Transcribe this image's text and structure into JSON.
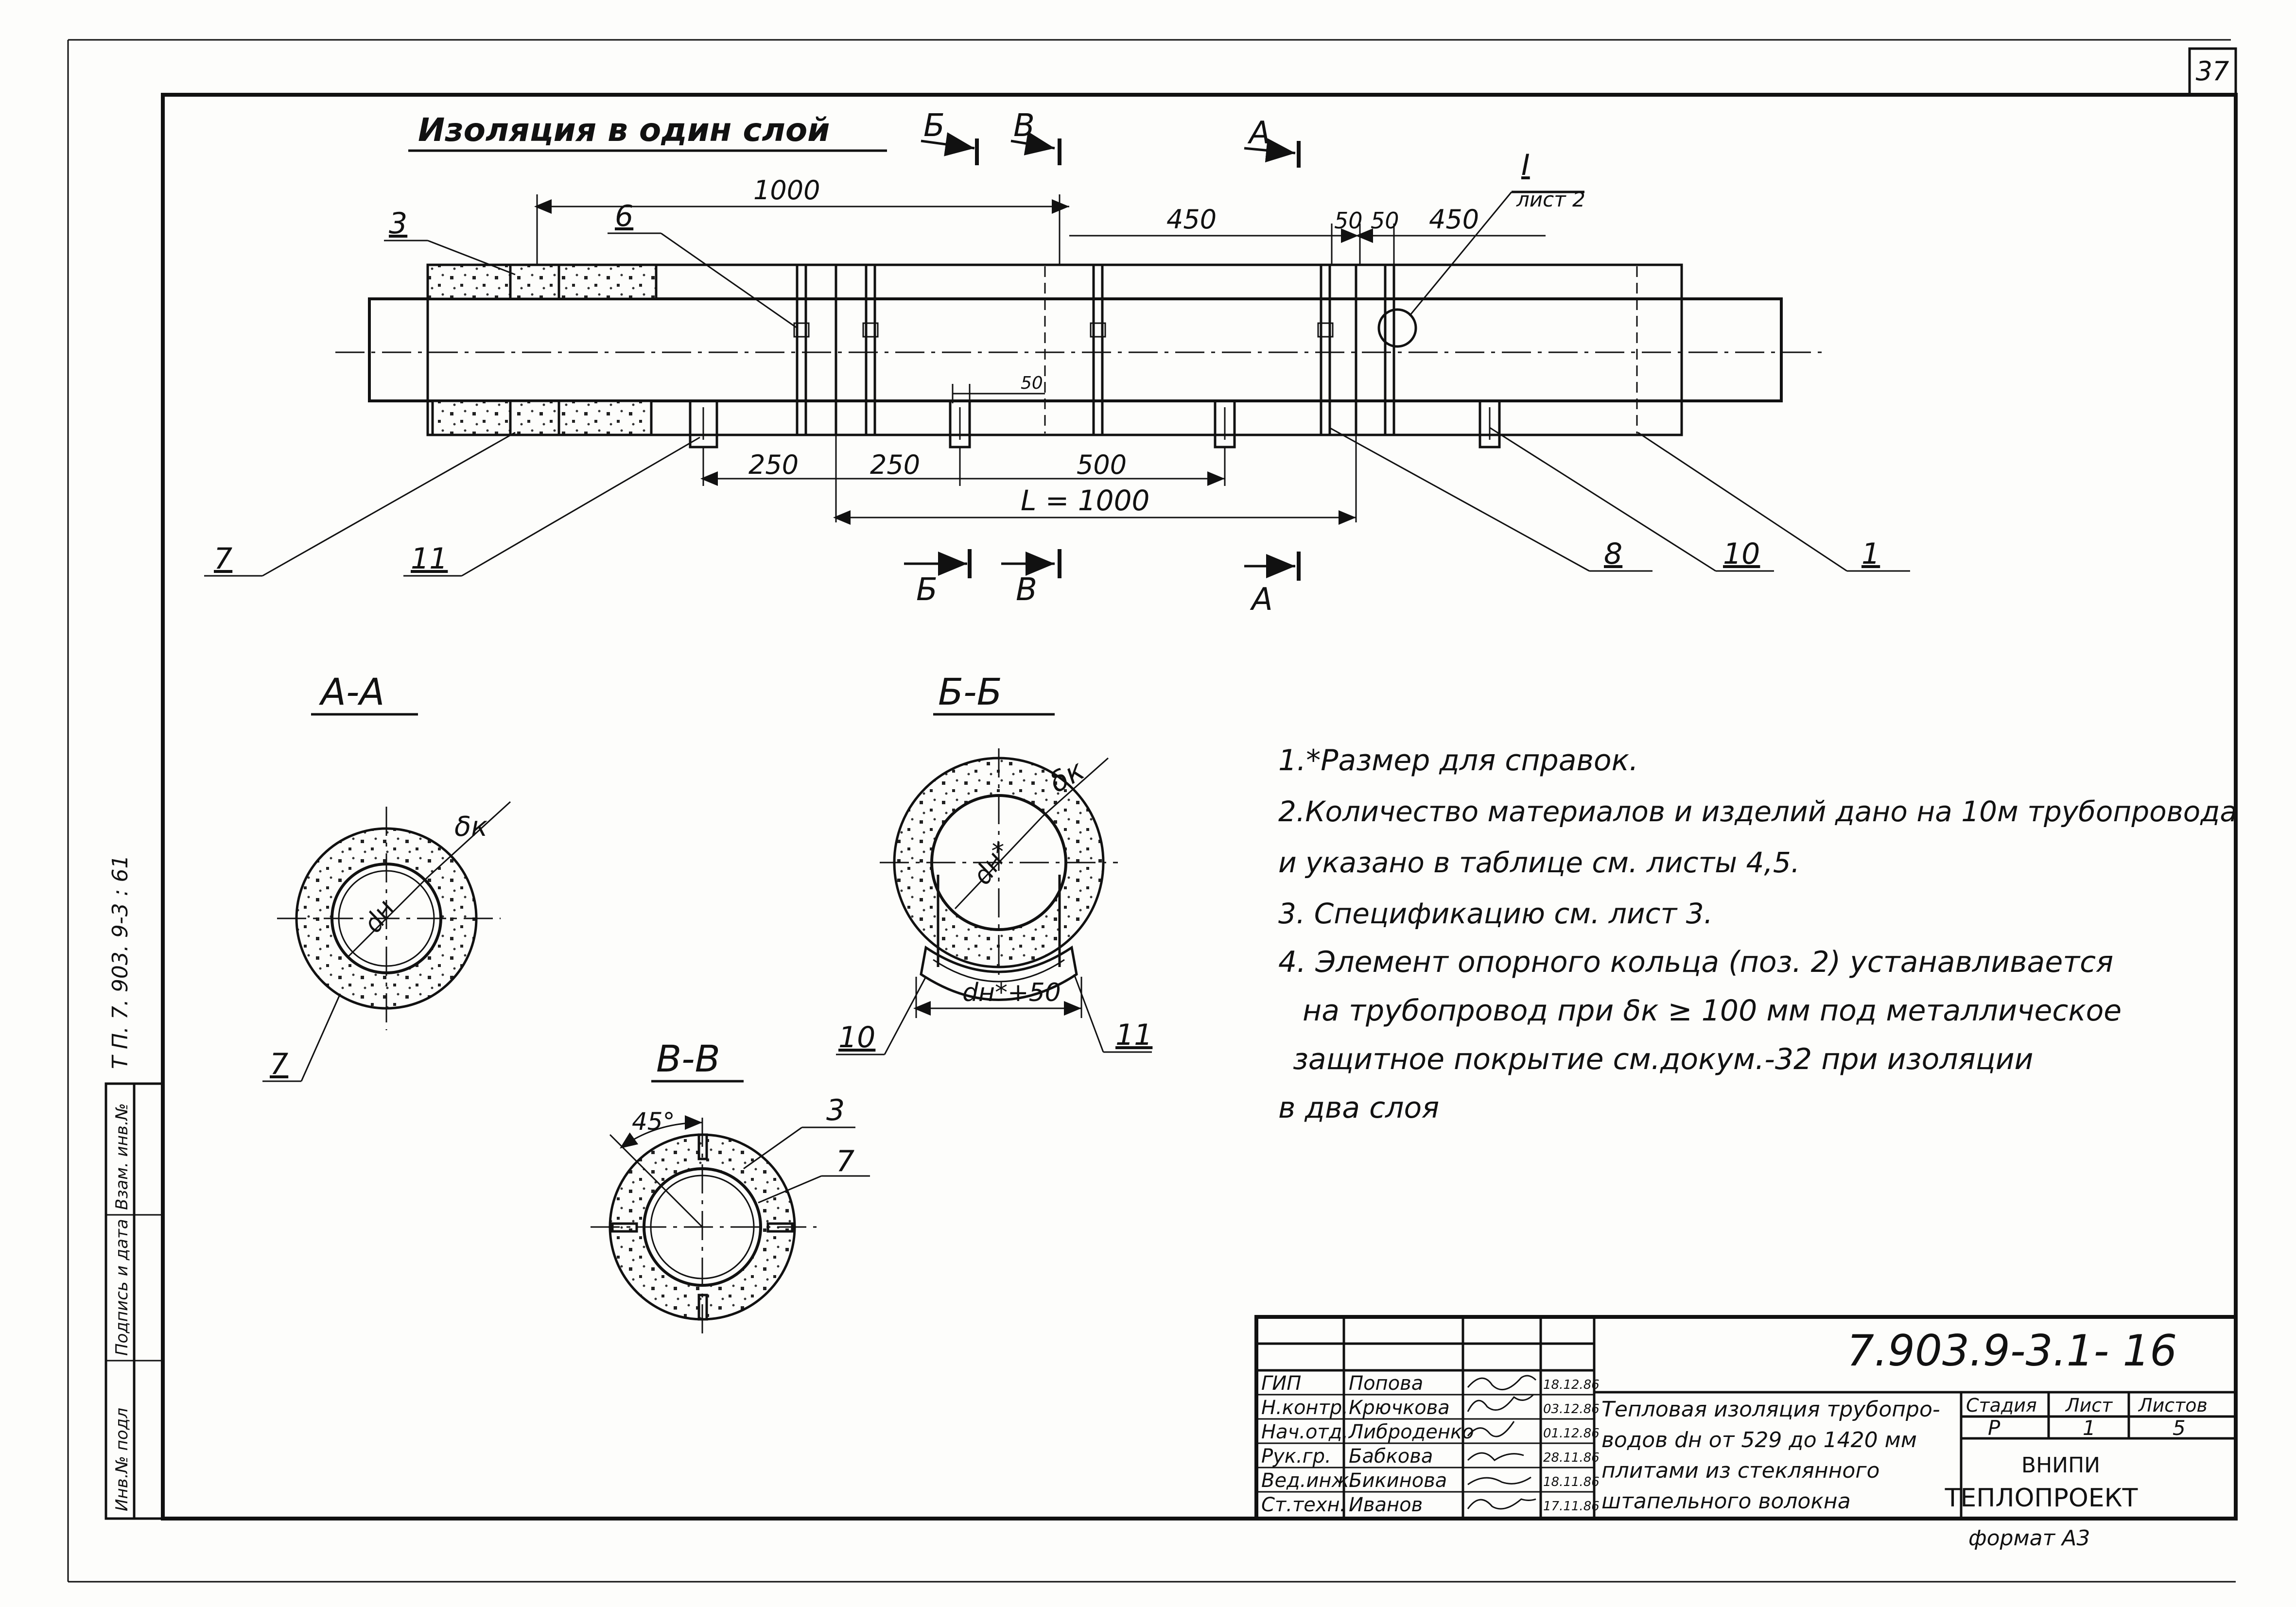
{
  "sheet": {
    "page_number": "37",
    "side_code": "Т П. 7. 903. 9-3 : 61",
    "side_stamp": [
      "Инв.№ подл",
      "Подпись и дата",
      "Взам. инв.№"
    ],
    "format": "формат А3"
  },
  "main_view": {
    "heading": "Изоляция в один слой",
    "section_marks_top": [
      "Б",
      "В",
      "А"
    ],
    "section_marks_bottom": [
      "Б",
      "В",
      "А"
    ],
    "detail_mark": "I",
    "detail_ref": "лист 2",
    "dims_top": [
      "1000",
      "450",
      "50",
      "50",
      "450"
    ],
    "dims_bottom": [
      "250",
      "250",
      "500",
      "50"
    ],
    "length_dim": "L = 1000",
    "callouts": [
      "3",
      "6",
      "7",
      "11",
      "8",
      "10",
      "1"
    ]
  },
  "section_aa": {
    "title": "А-А",
    "dn_label": "dн",
    "thick_label": "δк",
    "callout": "7"
  },
  "section_bb": {
    "title": "Б-Б",
    "dn_label": "dн*",
    "thick_label": "δк",
    "base_dim": "dн*+50",
    "callouts": [
      "10",
      "11"
    ]
  },
  "section_vv": {
    "title": "В-В",
    "angle": "45°",
    "callouts": [
      "3",
      "7"
    ]
  },
  "notes": [
    "1.*Размер для справок.",
    "2.Количество материалов и изделий дано на 10м трубопровода",
    "и указано в таблице см. листы 4,5.",
    "3. Спецификацию см. лист 3.",
    "4. Элемент опорного кольца (поз. 2) устанавливается",
    "на трубопровод при δк ≥ 100 мм под металлическое",
    "защитное покрытие см.докум.-32 при изоляции",
    "в два слоя"
  ],
  "title_block": {
    "drawing_code": "7.903.9-3.1- 16",
    "roles": [
      "ГИП",
      "Н.контр.",
      "Нач.отд.",
      "Рук.гр.",
      "Вед.инж.",
      "Ст.техн."
    ],
    "names": [
      "Попова",
      "Крючкова",
      "Либроденко",
      "Бабкова",
      "Бикинова",
      ""
    ],
    "last_name": "Иванов",
    "dates": [
      "18.12.86",
      "03.12.86",
      "01.12.86",
      "28.11.86",
      "18.11.86",
      "17.11.86"
    ],
    "description": [
      "Тепловая изоляция трубопро-",
      "водов dн от 529 до 1420 мм",
      "плитами из стеклянного",
      "штапельного волокна"
    ],
    "stage_head": "Стадия",
    "sheet_head": "Лист",
    "sheets_head": "Листов",
    "stage": "Р",
    "sheet": "1",
    "sheets": "5",
    "org1": "ВНИПИ",
    "org2": "ТЕПЛОПРОЕКТ"
  }
}
